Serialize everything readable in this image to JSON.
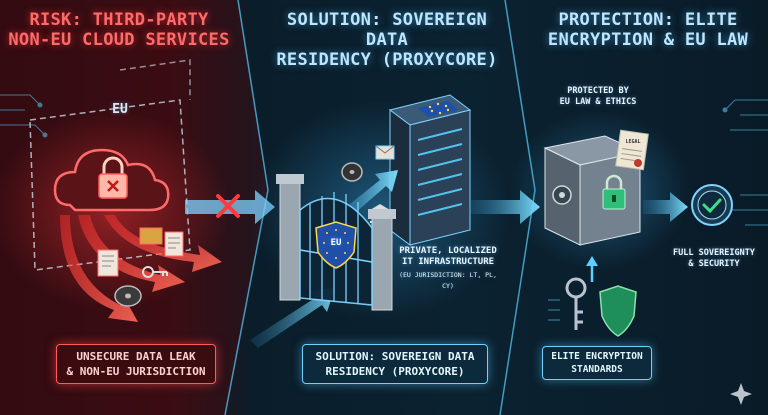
{
  "panels": {
    "risk": {
      "title_lines": [
        "RISK: THIRD-PARTY",
        "NON-EU CLOUD SERVICES"
      ],
      "region_label": "EU",
      "bottom_lines": [
        "UNSECURE DATA LEAK",
        "& NON-EU JURISDICTION"
      ]
    },
    "solution": {
      "title_lines": [
        "SOLUTION: SOVEREIGN DATA",
        "RESIDENCY (PROXYCORE)"
      ],
      "gate_label": "EU",
      "caption_lines": [
        "PRIVATE, LOCALIZED",
        "IT INFRASTRUCTURE"
      ],
      "caption_note": "(EU JURISDICTION: LT, PL, CY)",
      "bottom_lines": [
        "SOLUTION: SOVEREIGN DATA",
        "RESIDENCY (PROXYCORE)"
      ]
    },
    "protection": {
      "title_lines": [
        "PROTECTION: ELITE",
        "ENCRYPTION & EU LAW"
      ],
      "protected_lines": [
        "PROTECTED BY",
        "EU LAW & ETHICS"
      ],
      "document_label": "LEGAL",
      "sovereignty_lines": [
        "FULL SOVEREIGNTY",
        "& SECURITY"
      ],
      "bottom_lines": [
        "ELITE ENCRYPTION",
        "STANDARDS"
      ]
    }
  },
  "colors": {
    "risk_accent": "#ff5a5a",
    "solution_accent": "#55c8ff",
    "shield_green": "#2fbf7a",
    "eu_blue": "#1f4fa8"
  }
}
